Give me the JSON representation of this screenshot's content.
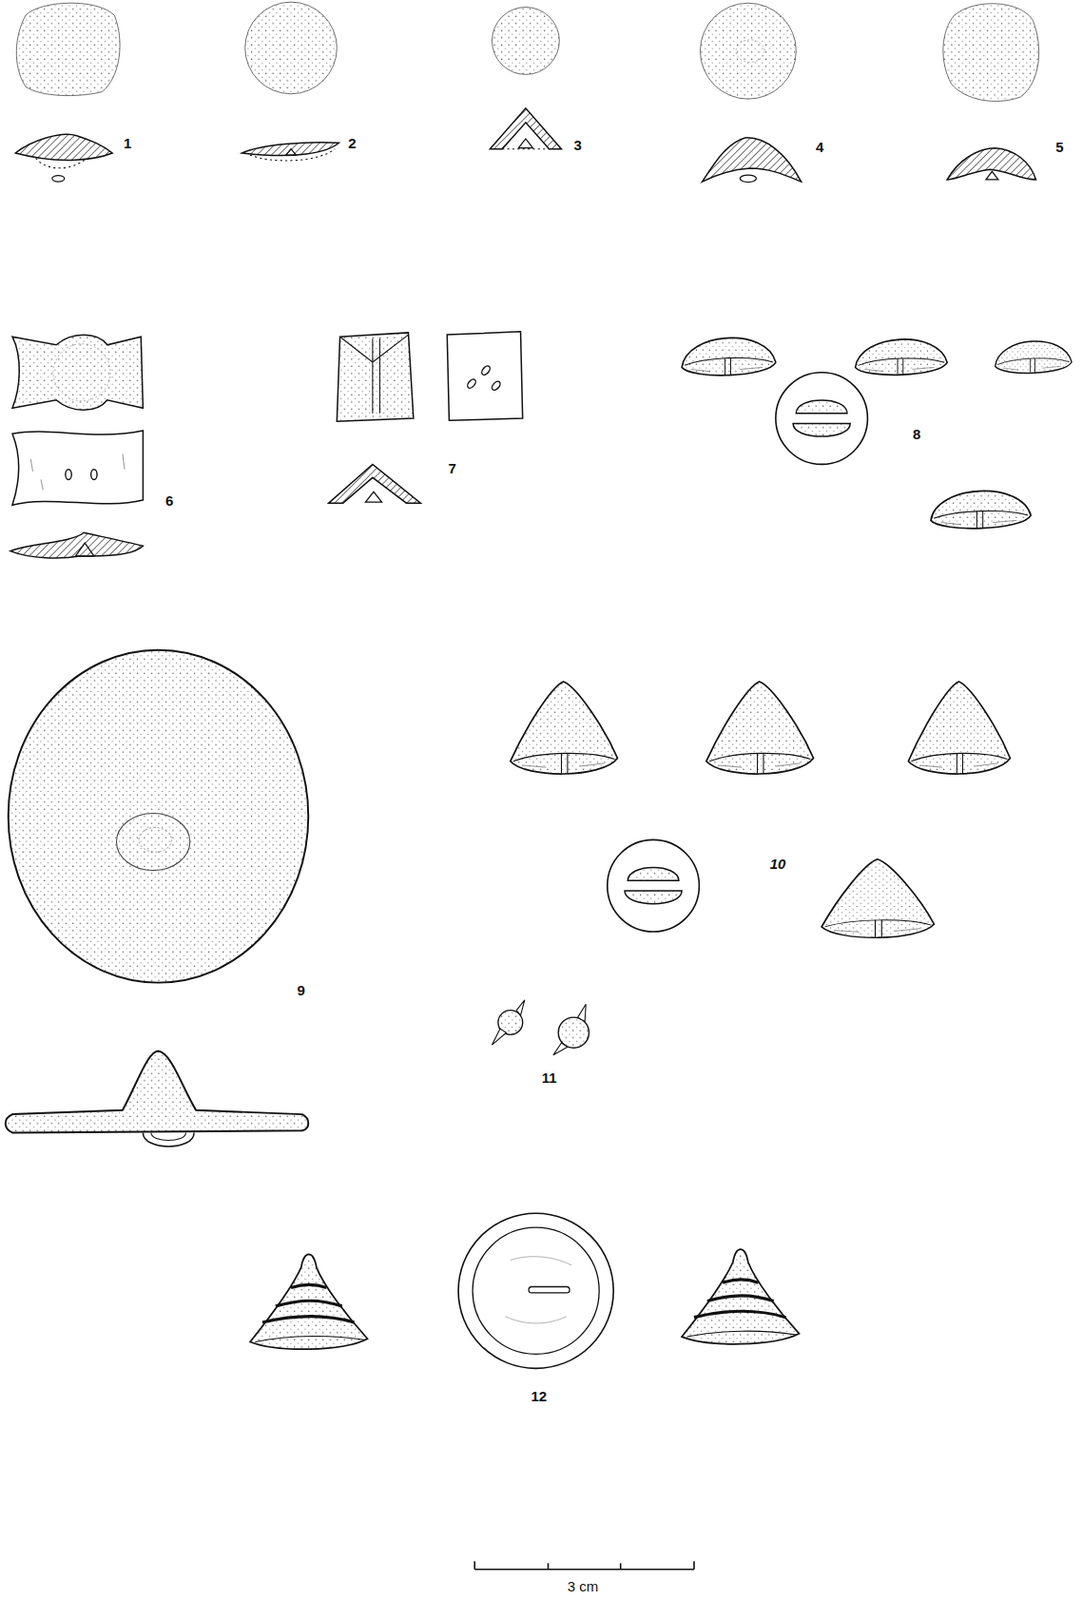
{
  "diagram": {
    "labels": [
      "1",
      "2",
      "3",
      "4",
      "5",
      "6",
      "7",
      "8",
      "9",
      "10",
      "11",
      "12",
      "3 cm"
    ]
  }
}
